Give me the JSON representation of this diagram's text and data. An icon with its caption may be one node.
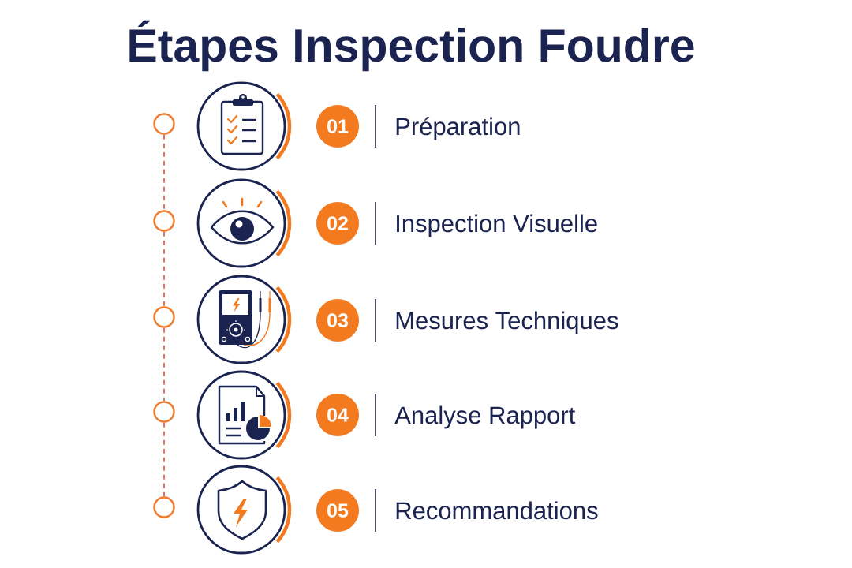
{
  "diagram": {
    "title": "Étapes Inspection Foudre",
    "nodes": [
      {
        "text": [],
        "shape": "circle"
      },
      {
        "text": [],
        "shape": "picture"
      },
      {
        "text": [
          "01"
        ],
        "beside": [
          "Préparation"
        ]
      },
      {
        "text": [],
        "shape": "circle"
      },
      {
        "text": [],
        "shape": "picture"
      },
      {
        "text": [
          "02"
        ],
        "beside": [
          "Inspection Visuelle"
        ]
      },
      {
        "text": [],
        "shape": "circle"
      },
      {
        "text": [],
        "shape": "picture"
      },
      {
        "text": [
          "03"
        ],
        "beside": [
          "Mesures Techniques"
        ]
      },
      {
        "text": [],
        "shape": "circle"
      },
      {
        "text": [],
        "shape": "picture"
      },
      {
        "text": [
          "04"
        ],
        "beside": [
          "Analyse Rapport"
        ]
      },
      {
        "text": [],
        "shape": "circle"
      },
      {
        "text": [],
        "shape": "picture"
      },
      {
        "text": [
          "05"
        ],
        "beside": [
          "Recommandations"
        ]
      }
    ],
    "edges": [
      {
        "from": 0,
        "to": 3,
        "arrow": "none",
        "style": "dashed"
      },
      {
        "from": 3,
        "to": 6,
        "arrow": "none",
        "style": "dashed"
      },
      {
        "from": 6,
        "to": 9,
        "arrow": "none",
        "style": "dashed"
      },
      {
        "from": 9,
        "to": 12,
        "arrow": "none",
        "style": "dashed"
      }
    ]
  }
}
